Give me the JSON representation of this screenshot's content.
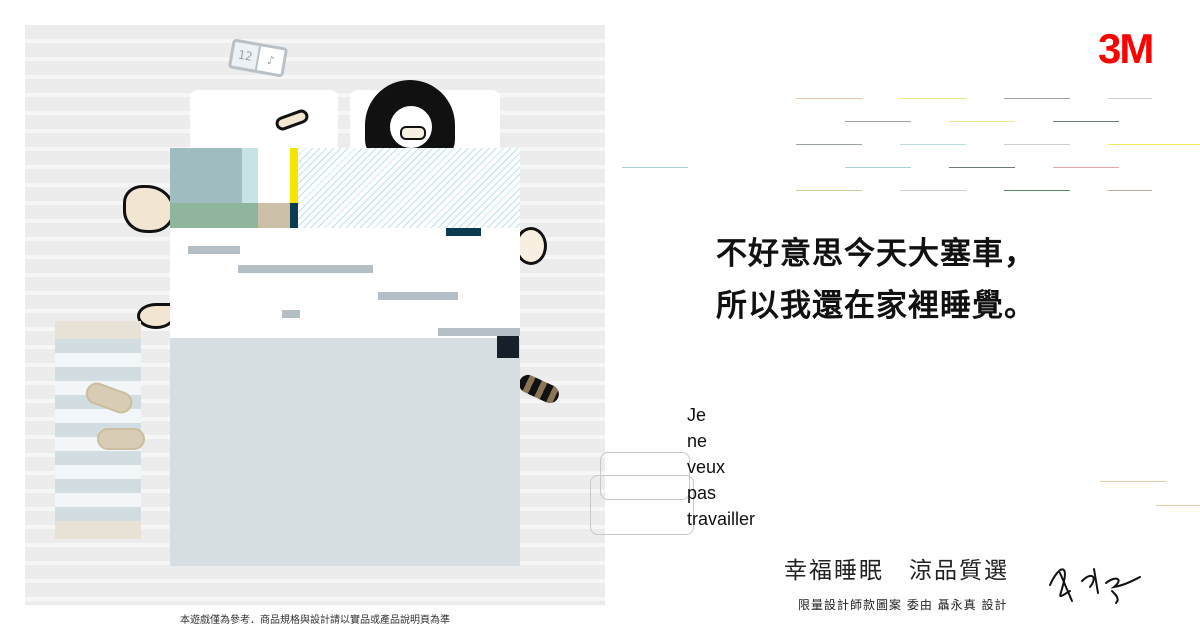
{
  "brand": {
    "logo_text": "3M",
    "logo_color": "#ff0000"
  },
  "illustration": {
    "clock_hour": "12",
    "clock_symbol": "♪",
    "palette": [
      "#9fbcc0",
      "#c7e3e3",
      "#ffffff",
      "#f4e600",
      "#8fb59c",
      "#cbbfa8",
      "#0d3b4f",
      "#d6dee2"
    ]
  },
  "headline": {
    "line1": "不好意思今天大塞車，",
    "line2": "所以我還在家裡睡覺。"
  },
  "french_text": [
    "Je",
    "ne",
    "veux",
    "pas",
    "travailler"
  ],
  "slogan": "幸福睡眠　涼品質選",
  "credit": "限量設計師款圖案 委由 聶永真 設計",
  "disclaimer": "本遊戲僅為參考．商品規格與設計請以實品或產品說明頁為準"
}
